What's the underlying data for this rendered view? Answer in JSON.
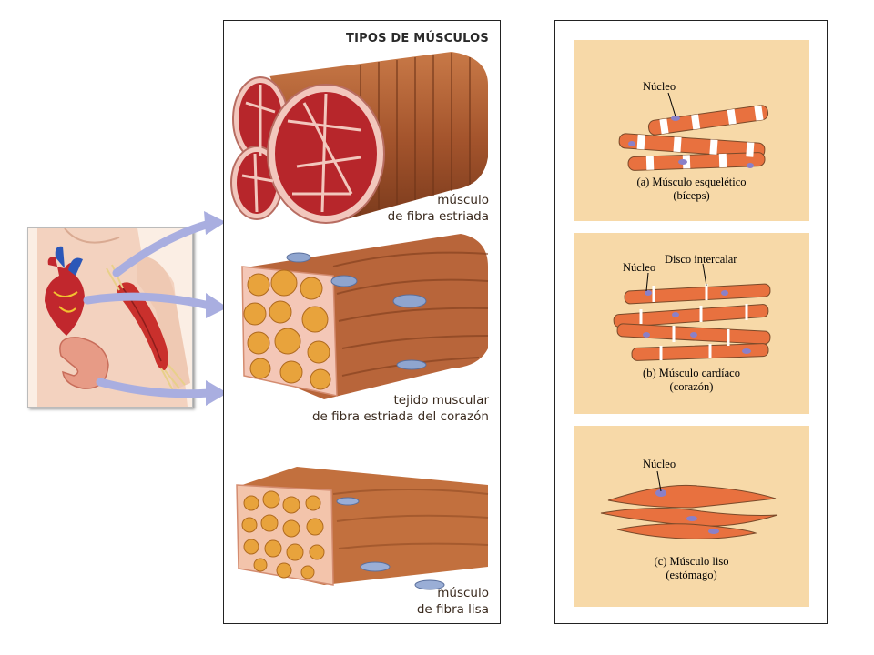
{
  "colors": {
    "box_fill": "#f7d9a8",
    "fiber_orange": "#e8713f",
    "muscle_brown": "#a8552c",
    "arrow": "#a9aee0",
    "nucleus": "#8a80c8"
  },
  "center_panel": {
    "title": "TIPOS DE MÚSCULOS",
    "label1_line1": "músculo",
    "label1_line2": "de fibra estriada",
    "label2_line1": "tejido muscular",
    "label2_line2": "de fibra estriada del corazón",
    "label3_line1": "músculo",
    "label3_line2": "de fibra lisa"
  },
  "right_panel": {
    "skeletal": {
      "nucleus_label": "Núcleo",
      "caption_line1": "(a) Músculo esquelético",
      "caption_line2": "(bíceps)"
    },
    "cardiac": {
      "nucleus_label": "Núcleo",
      "disc_label": "Disco intercalar",
      "caption_line1": "(b) Músculo cardíaco",
      "caption_line2": "(corazón)"
    },
    "smooth": {
      "nucleus_label": "Núcleo",
      "caption_line1": "(c) Músculo liso",
      "caption_line2": "(estómago)"
    }
  }
}
